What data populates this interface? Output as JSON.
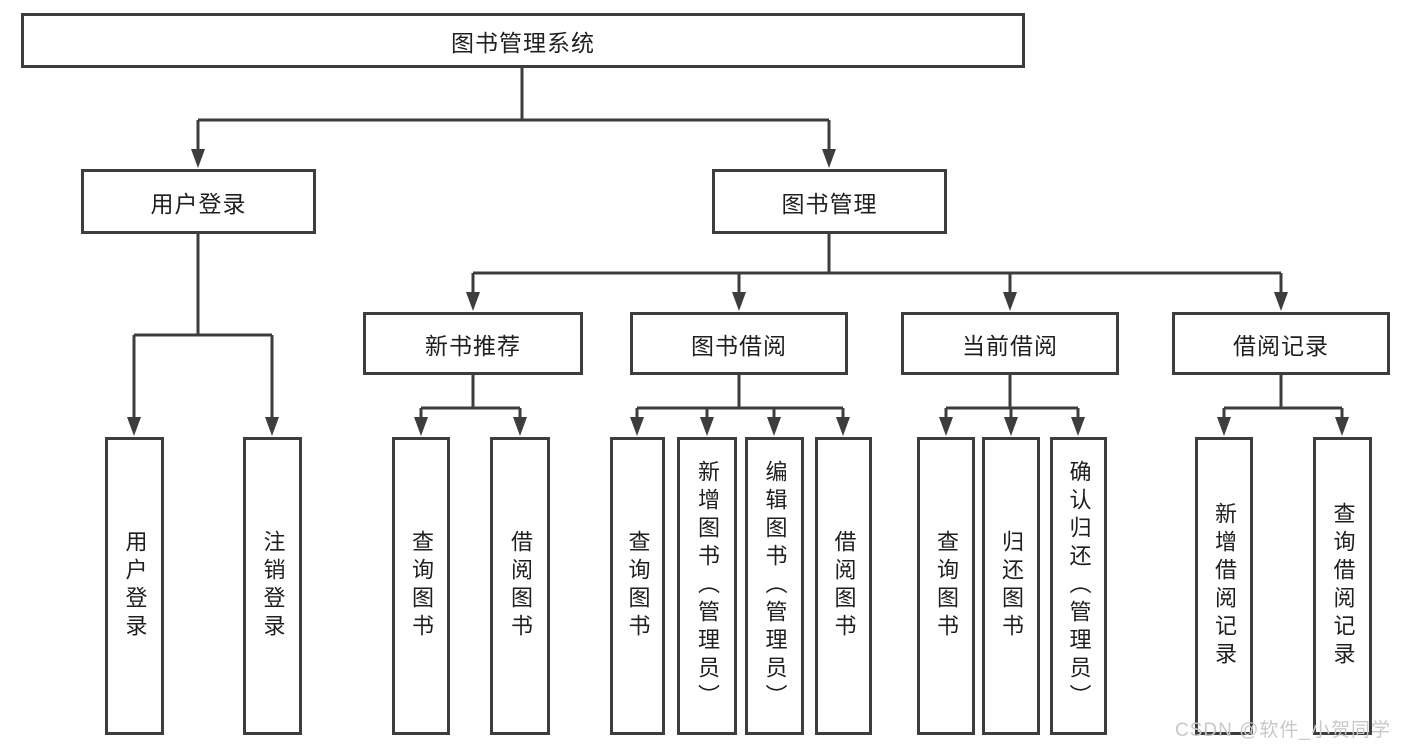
{
  "diagram": {
    "type": "hierarchy-tree",
    "line_color": "#3d3d3d",
    "box_background": "#ffffff",
    "text_color": "#1f1f1f"
  },
  "tree": {
    "label": "图书管理系统",
    "children": [
      {
        "label": "用户登录",
        "children": [
          {
            "label": "用户登录"
          },
          {
            "label": "注销登录"
          }
        ]
      },
      {
        "label": "图书管理",
        "children": [
          {
            "label": "新书推荐",
            "children": [
              {
                "label": "查询图书"
              },
              {
                "label": "借阅图书"
              }
            ]
          },
          {
            "label": "图书借阅",
            "children": [
              {
                "label": "查询图书"
              },
              {
                "label": "新增图书（管理员）"
              },
              {
                "label": "编辑图书（管理员）"
              },
              {
                "label": "借阅图书"
              }
            ]
          },
          {
            "label": "当前借阅",
            "children": [
              {
                "label": "查询图书"
              },
              {
                "label": "归还图书"
              },
              {
                "label": "确认归还（管理员）"
              }
            ]
          },
          {
            "label": "借阅记录",
            "children": [
              {
                "label": "新增借阅记录"
              },
              {
                "label": "查询借阅记录"
              }
            ]
          }
        ]
      }
    ]
  },
  "watermark": {
    "text": "CSDN @软件_小贺同学",
    "color": "#c8c8c8"
  }
}
